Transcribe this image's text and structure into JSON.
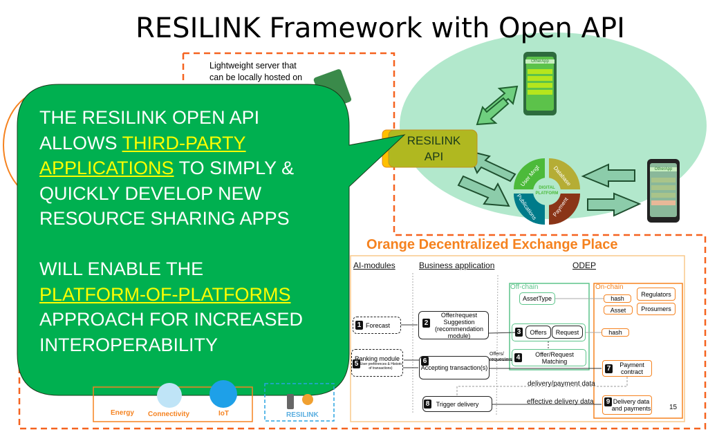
{
  "slide": {
    "title": "RESILINK Framework with Open API",
    "page_number": "15"
  },
  "server_note": {
    "line1": "Lightweight server that",
    "line2": "can be locally hosted on"
  },
  "api_box": {
    "line1": "RESILINK",
    "line2": "API"
  },
  "callout": {
    "p1_a": "THE RESILINK OPEN API\nALLOWS ",
    "p1_hl1": "THIRD-PARTY",
    "p1_hl2": "APPLICATIONS",
    "p1_b": " TO SIMPLY &\nQUICKLY DEVELOP NEW\nRESOURCE SHARING APPS\n\nWILL ENABLE THE\n",
    "p2_hl": "PLATFORM-OF-PLATFORMS",
    "p2_b": "\nAPPROACH FOR INCREASED\nINTEROPERABILITY",
    "color": "#00b050",
    "highlight_color": "#ffff00"
  },
  "ecosystem": {
    "phone_app_label": "OtherApp",
    "platform_center": "DIGITAL PLATFORM",
    "segments": [
      {
        "label": "User Mngt",
        "color": "#4cba3a"
      },
      {
        "label": "Database",
        "color": "#b5ad35"
      },
      {
        "label": "Publications",
        "color": "#007b8a"
      },
      {
        "label": "Payment",
        "color": "#8a3517"
      }
    ]
  },
  "services": {
    "items": [
      "Energy",
      "Connectivity",
      "IoT"
    ],
    "resilink_label": "RESILINK"
  },
  "odep": {
    "heading": "Orange Decentralized Exchange Place",
    "columns": [
      "AI-modules",
      "Business application",
      "ODEP"
    ],
    "offchain_label": "Off-chain",
    "onchain_label": "On-chain",
    "steps": {
      "s1": {
        "n": "1",
        "text": "Forecast"
      },
      "s2": {
        "n": "2",
        "text": "Offer/request Suggestion (recommendation module)"
      },
      "s3": {
        "n": "3",
        "offers": "Offers",
        "request": "Request"
      },
      "s4": {
        "n": "4",
        "text": "Offer/Request Matching"
      },
      "s5": {
        "n": "5",
        "title": "Ranking module",
        "sub": "(User preferences & Historic of transactions)"
      },
      "s6": {
        "n": "6",
        "text": "Accepting transaction(s)"
      },
      "s7": {
        "n": "7",
        "text": "Payment contract"
      },
      "s8": {
        "n": "8",
        "text": "Trigger delivery"
      },
      "s9": {
        "n": "9",
        "text": "Delivery data and payments"
      }
    },
    "assettype": "AssetType",
    "hash": "hash",
    "asset": "Asset",
    "regulators": "Regulators",
    "prosumers": "Prosumers",
    "edge_offers": "Offers/ requesters",
    "edge_delivery_payment": "delivery/payment data",
    "edge_effective": "effective delivery data"
  }
}
